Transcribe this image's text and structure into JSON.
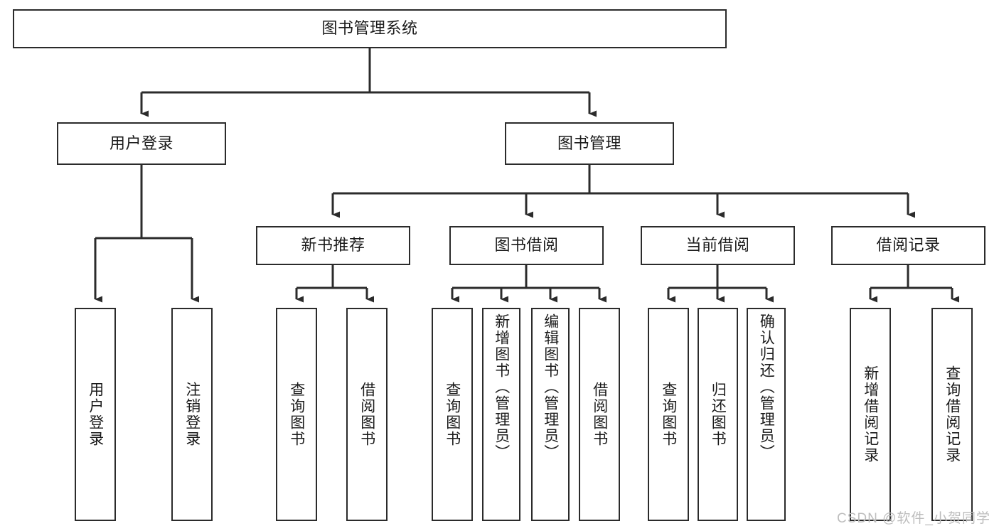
{
  "diagram": {
    "type": "tree",
    "title": "图书管理系统",
    "watermark": "CSDN @软件_小贺同学",
    "colors": {
      "box_border": "#2b2b2b",
      "connector": "#2b2b2b",
      "background": "#ffffff",
      "text": "#1a1a1a",
      "watermark": "#bdbdbd"
    },
    "root": {
      "label": "图书管理系统"
    },
    "level2": [
      {
        "label": "用户登录"
      },
      {
        "label": "图书管理"
      }
    ],
    "level3": [
      {
        "label": "新书推荐"
      },
      {
        "label": "图书借阅"
      },
      {
        "label": "当前借阅"
      },
      {
        "label": "借阅记录"
      }
    ],
    "leaves": [
      {
        "label": "用户登录",
        "parent": "用户登录"
      },
      {
        "label": "注销登录",
        "parent": "用户登录"
      },
      {
        "label": "查询图书",
        "parent": "新书推荐"
      },
      {
        "label": "借阅图书",
        "parent": "新书推荐"
      },
      {
        "label": "查询图书",
        "parent": "图书借阅"
      },
      {
        "label": "新增图书（管理员）",
        "parent": "图书借阅"
      },
      {
        "label": "编辑图书（管理员）",
        "parent": "图书借阅"
      },
      {
        "label": "借阅图书",
        "parent": "图书借阅"
      },
      {
        "label": "查询图书",
        "parent": "当前借阅"
      },
      {
        "label": "归还图书",
        "parent": "当前借阅"
      },
      {
        "label": "确认归还（管理员）",
        "parent": "当前借阅"
      },
      {
        "label": "新增借阅记录",
        "parent": "借阅记录"
      },
      {
        "label": "查询借阅记录",
        "parent": "借阅记录"
      }
    ]
  }
}
